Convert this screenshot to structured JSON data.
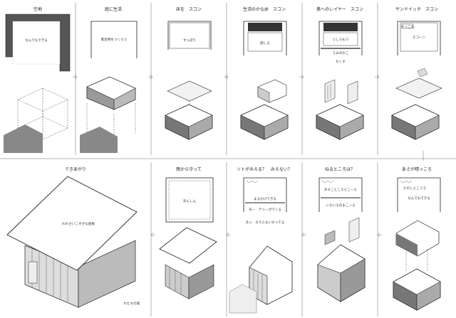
{
  "steps_top": [
    {
      "title": "空地",
      "box_text": "なんでもできる"
    },
    {
      "title": "庭に生活",
      "box_text": "緊急時をつくろう"
    },
    {
      "title": "床を　スコン",
      "box_text": "すっぽり"
    },
    {
      "title": "生活のかなめ　スコン",
      "box_text": "隠しる"
    },
    {
      "title": "奥へのレイヤー　スコン",
      "box_text": "うしろもり",
      "box_text2": "うみのかこ",
      "caption": "かくす"
    },
    {
      "title": "サンドイッチ　スコン",
      "box_text": "スコーン",
      "tag": "かっこも"
    }
  ],
  "steps_bottom": [
    {
      "title": "できあがり",
      "roof_text": "わわさいこすがな屋根",
      "foot_text": "わたちの家"
    },
    {
      "title": "雨から守って",
      "box_text": "あんしん"
    },
    {
      "title": "ソトがみえる？　みえない？",
      "box_text": "まるかけてきる",
      "box_text2": "あー　デニーがでくる",
      "box_text3": "あっ　ちりともいかってる"
    },
    {
      "title": "ねるところは？",
      "box_text": "あそこところとこーら",
      "box_text2": "いろいろのまこーら"
    },
    {
      "title": "あさが晴っころ",
      "box_text": "なんでもできる",
      "tag": "たのしとこうろ"
    }
  ]
}
